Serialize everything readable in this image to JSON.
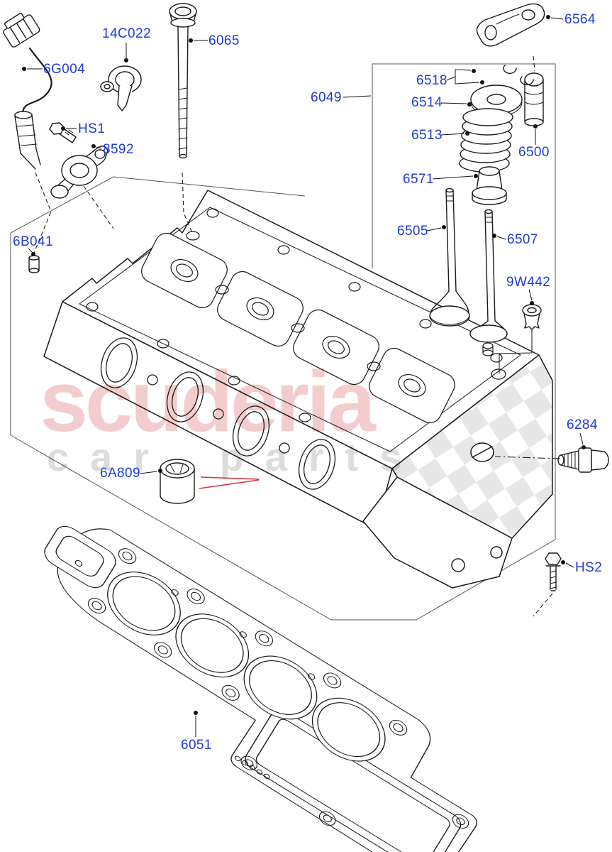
{
  "diagram": {
    "type": "exploded-parts-diagram",
    "subject": "cylinder-head",
    "label_color": "#1f3bd4",
    "line_color": "#1a1a1a",
    "construction_line_color": "#555555",
    "highlight_arrow_color": "#e03030",
    "checker_color": "#e7e7e7",
    "labels": {
      "6G004": "6G004",
      "14C022": "14C022",
      "6065": "6065",
      "HS1": "HS1",
      "8592": "8592",
      "6B041": "6B041",
      "6049": "6049",
      "6518": "6518",
      "6514": "6514",
      "6513": "6513",
      "6571": "6571",
      "6505": "6505",
      "6507": "6507",
      "6500": "6500",
      "6564": "6564",
      "9W442": "9W442",
      "6284": "6284",
      "HS2": "HS2",
      "6A809": "6A809",
      "6051": "6051"
    },
    "watermark": {
      "brand": "scuderia",
      "subtitle": "car parts",
      "brand_color": "#f3cdcd",
      "subtitle_color": "#dcdcdc"
    }
  }
}
